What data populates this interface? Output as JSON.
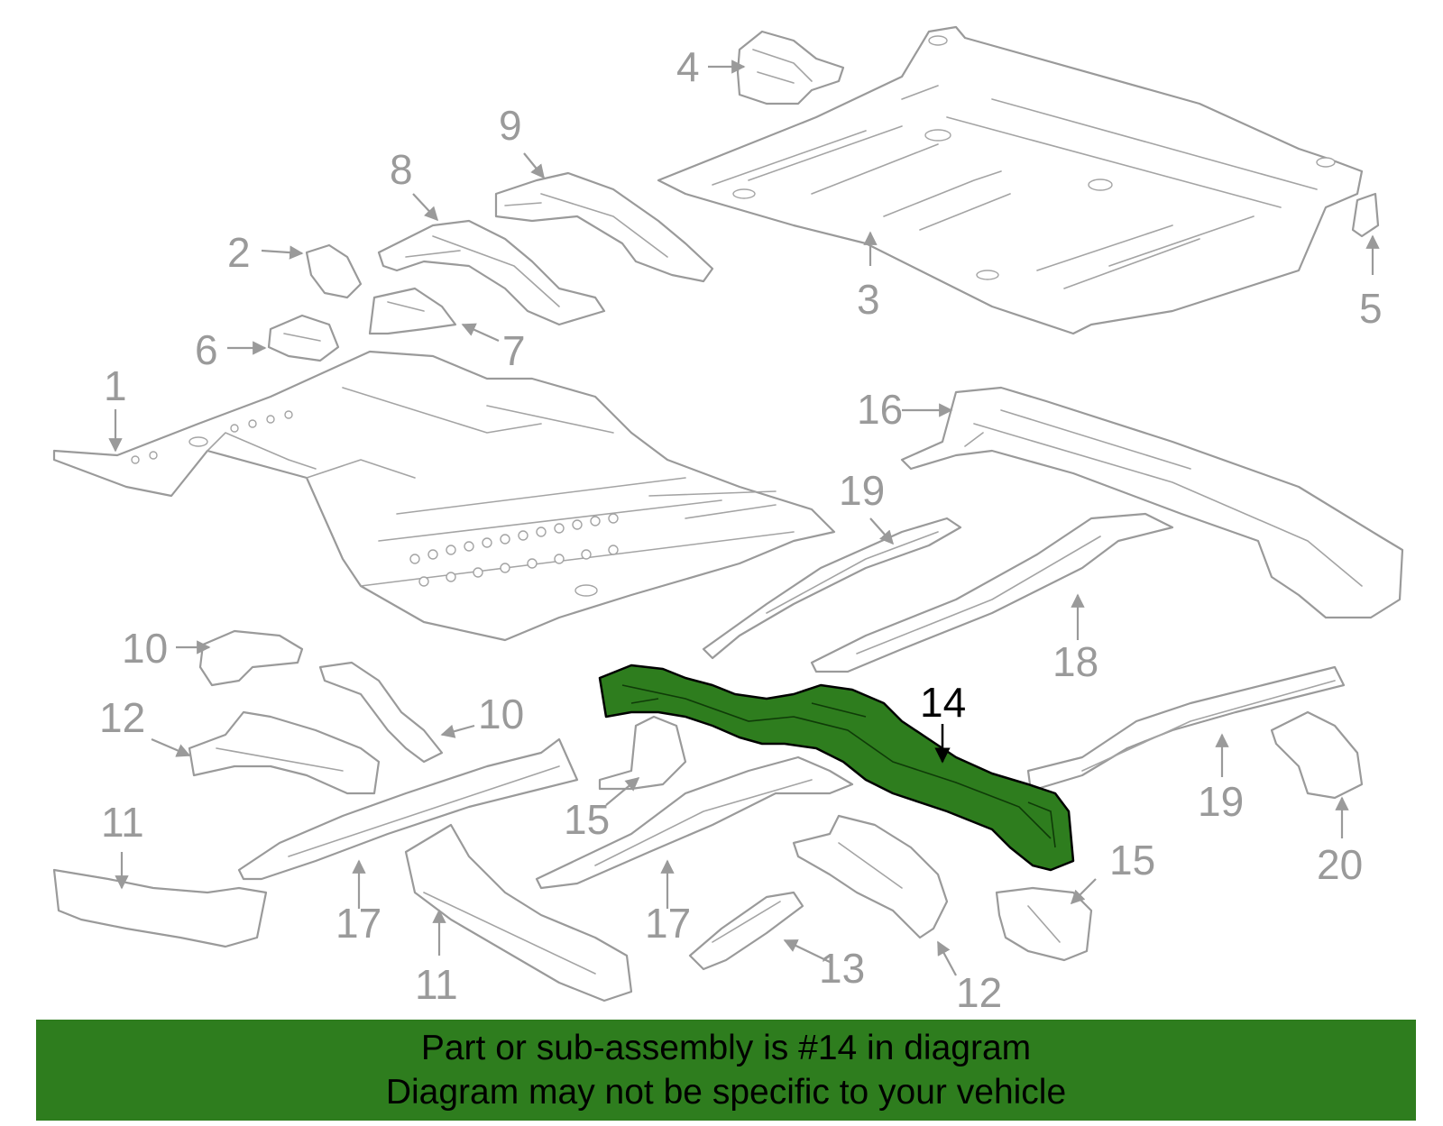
{
  "diagram": {
    "highlight_color": "#2e7d1e",
    "outline_color": "#9a9a9a",
    "callouts": {
      "p1": "1",
      "p2": "2",
      "p3": "3",
      "p4": "4",
      "p5": "5",
      "p6": "6",
      "p7": "7",
      "p8": "8",
      "p9": "9",
      "p10a": "10",
      "p10b": "10",
      "p11a": "11",
      "p11b": "11",
      "p12a": "12",
      "p12b": "12",
      "p13": "13",
      "p14": "14",
      "p15a": "15",
      "p15b": "15",
      "p16": "16",
      "p17a": "17",
      "p17b": "17",
      "p18": "18",
      "p19a": "19",
      "p19b": "19",
      "p20": "20"
    }
  },
  "banner": {
    "background": "#2e7d1e",
    "line1": "Part or sub-assembly is #14 in diagram",
    "line2": "Diagram may not be specific to your vehicle"
  }
}
